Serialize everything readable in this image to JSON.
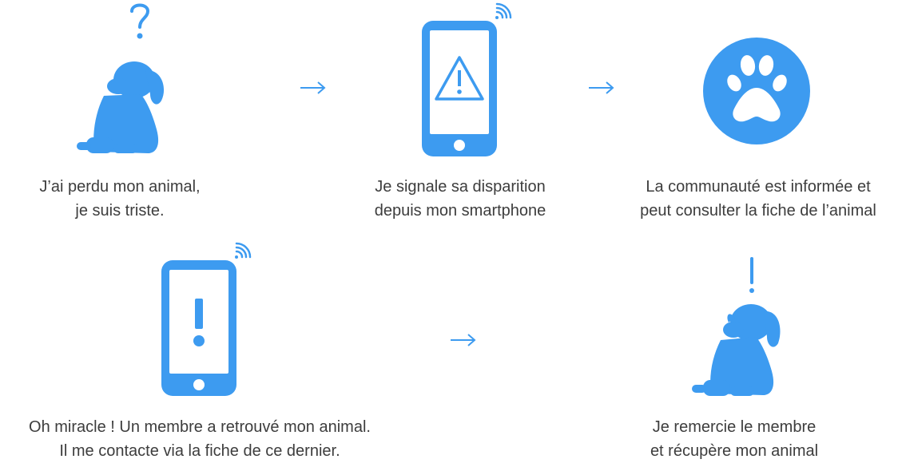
{
  "steps": [
    {
      "line1": "J’ai perdu mon animal,",
      "line2": "je suis triste."
    },
    {
      "line1": "Je signale sa disparition",
      "line2": "depuis mon smartphone"
    },
    {
      "line1": "La communauté est informée et",
      "line2": "peut consulter la fiche de l’animal"
    },
    {
      "line1": "Oh miracle ! Un membre a retrouvé mon animal.",
      "line2": "Il me contacte via la fiche de ce dernier."
    },
    {
      "line1": "Je remercie le membre",
      "line2": "et récupère mon animal"
    }
  ],
  "colors": {
    "accent": "#3d9bf0",
    "text": "#3d3d3d"
  },
  "icons": [
    "question-mark-icon",
    "dog-icon",
    "arrow-right-icon",
    "smartphone-warning-icon",
    "wifi-signal-icon",
    "paw-icon",
    "smartphone-alert-icon",
    "exclamation-mark-icon"
  ]
}
